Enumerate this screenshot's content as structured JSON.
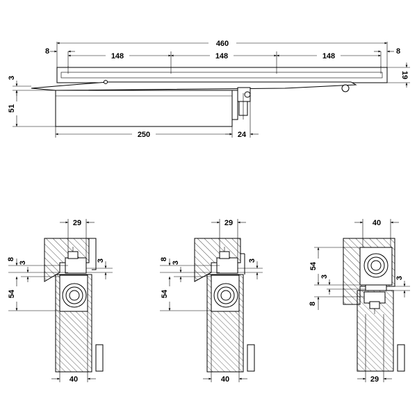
{
  "top_view": {
    "overall_length": "460",
    "end_offset_left": "8",
    "end_offset_right": "8",
    "segment_1": "148",
    "segment_2": "148",
    "segment_3": "148",
    "rail_height": "19",
    "gap_height": "3",
    "body_height": "51",
    "body_length": "250",
    "arm_offset": "24"
  },
  "section_1": {
    "top_width": "29",
    "dim_8": "8",
    "dim_3_left": "3",
    "dim_3_right": "3",
    "dim_54": "54",
    "bottom_width": "40"
  },
  "section_2": {
    "top_width": "29",
    "dim_8": "8",
    "dim_3_left": "3",
    "dim_3_right": "3",
    "dim_54": "54",
    "bottom_width": "40"
  },
  "section_3": {
    "top_width": "40",
    "dim_54": "54",
    "dim_3_upper": "3",
    "dim_8": "8",
    "dim_3_right": "3",
    "bottom_width": "29"
  }
}
